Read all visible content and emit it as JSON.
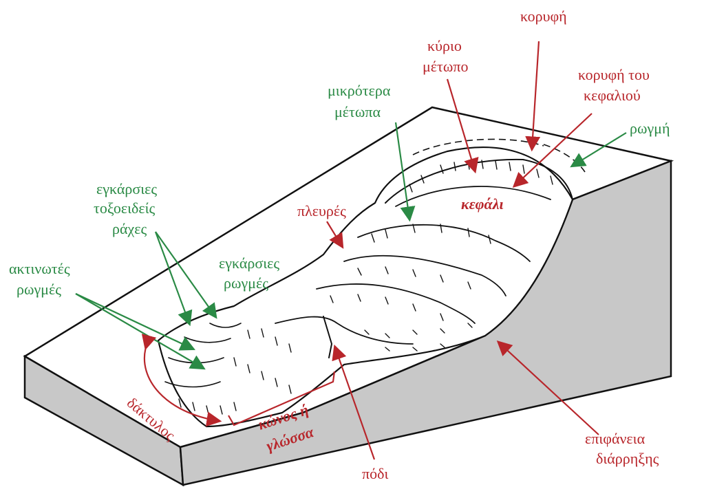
{
  "colors": {
    "red": "#b8262b",
    "green": "#2a8a45",
    "face": "#c8c8c8",
    "ink": "#111111"
  },
  "labels": {
    "crown": "κορυφή",
    "main_scarp_1": "κύριο",
    "main_scarp_2": "μέτωπο",
    "top_head_1": "κορυφή του",
    "top_head_2": "κεφαλιού",
    "minor_scarp_1": "μικρότερα",
    "minor_scarp_2": "μέτωπα",
    "crack": "ρωγμή",
    "head": "κεφάλι",
    "flanks": "πλευρές",
    "transverse_ridges_1": "εγκάρσιες",
    "transverse_ridges_2": "τοξοειδείς",
    "transverse_ridges_3": "ράχες",
    "transverse_cracks_1": "εγκάρσιες",
    "transverse_cracks_2": "ρωγμές",
    "radial_cracks_1": "ακτινωτές",
    "radial_cracks_2": "ρωγμές",
    "toe": "δάκτυλος",
    "cone_1": "κώνος ή",
    "cone_2": "γλώσσα",
    "foot": "πόδι",
    "rupture_1": "επιφάνεια",
    "rupture_2": "διάρρηξης"
  }
}
